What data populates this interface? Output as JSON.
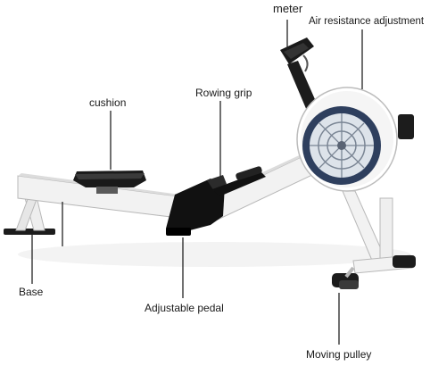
{
  "labels": {
    "meter": "meter",
    "air_resistance": "Air resistance adjustment",
    "cushion": "cushion",
    "rowing_grip": "Rowing grip",
    "base": "Base",
    "adjustable_pedal": "Adjustable pedal",
    "moving_pulley": "Moving pulley"
  },
  "colors": {
    "frame": "#f2f2f2",
    "frame_edge": "#b8b8b8",
    "dark": "#1c1c1c",
    "fan_rim": "#2e3f5e",
    "fan_face": "#dde3ea",
    "leader": "#222222"
  }
}
